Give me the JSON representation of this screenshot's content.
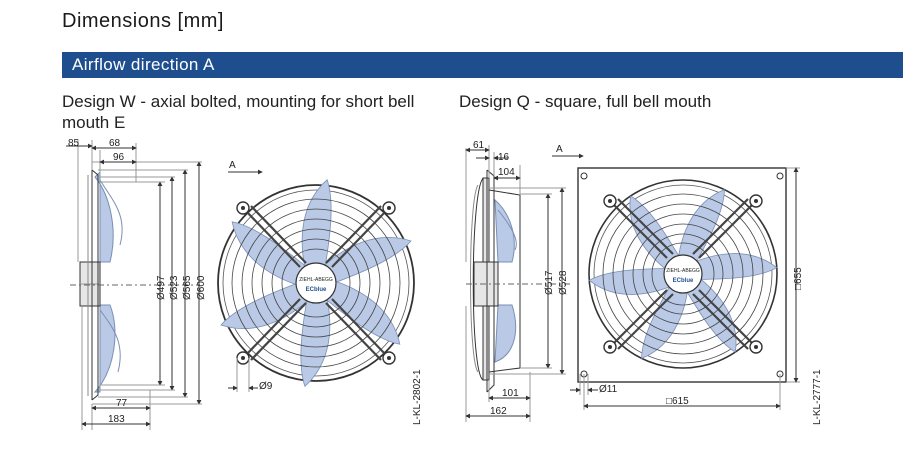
{
  "header": {
    "title": "Dimensions [mm]"
  },
  "banner": {
    "label": "Airflow direction A"
  },
  "design_w": {
    "caption": "Design W - axial bolted, mounting for short bell mouth E",
    "arrow_label": "A",
    "dims": {
      "d85": "85",
      "d68": "68",
      "d96": "96",
      "d497": "Ø497",
      "d523": "Ø523",
      "d565": "Ø565",
      "d600": "Ø600",
      "d77": "77",
      "d183": "183",
      "d9": "Ø9"
    },
    "drawing_code": "L-KL-2802-1"
  },
  "design_q": {
    "caption": "Design Q - square, full bell mouth",
    "arrow_label": "A",
    "dims": {
      "d61": "61",
      "d16": "16",
      "d104": "104",
      "d517": "Ø517",
      "d528": "Ø528",
      "d655": "□655",
      "d101": "101",
      "d162": "162",
      "d11": "Ø11",
      "d615": "□615"
    },
    "drawing_code": "L-KL-2777-1"
  },
  "colors": {
    "banner": "#1f4e8f",
    "blade": "#b9c9e6",
    "line": "#333333"
  }
}
